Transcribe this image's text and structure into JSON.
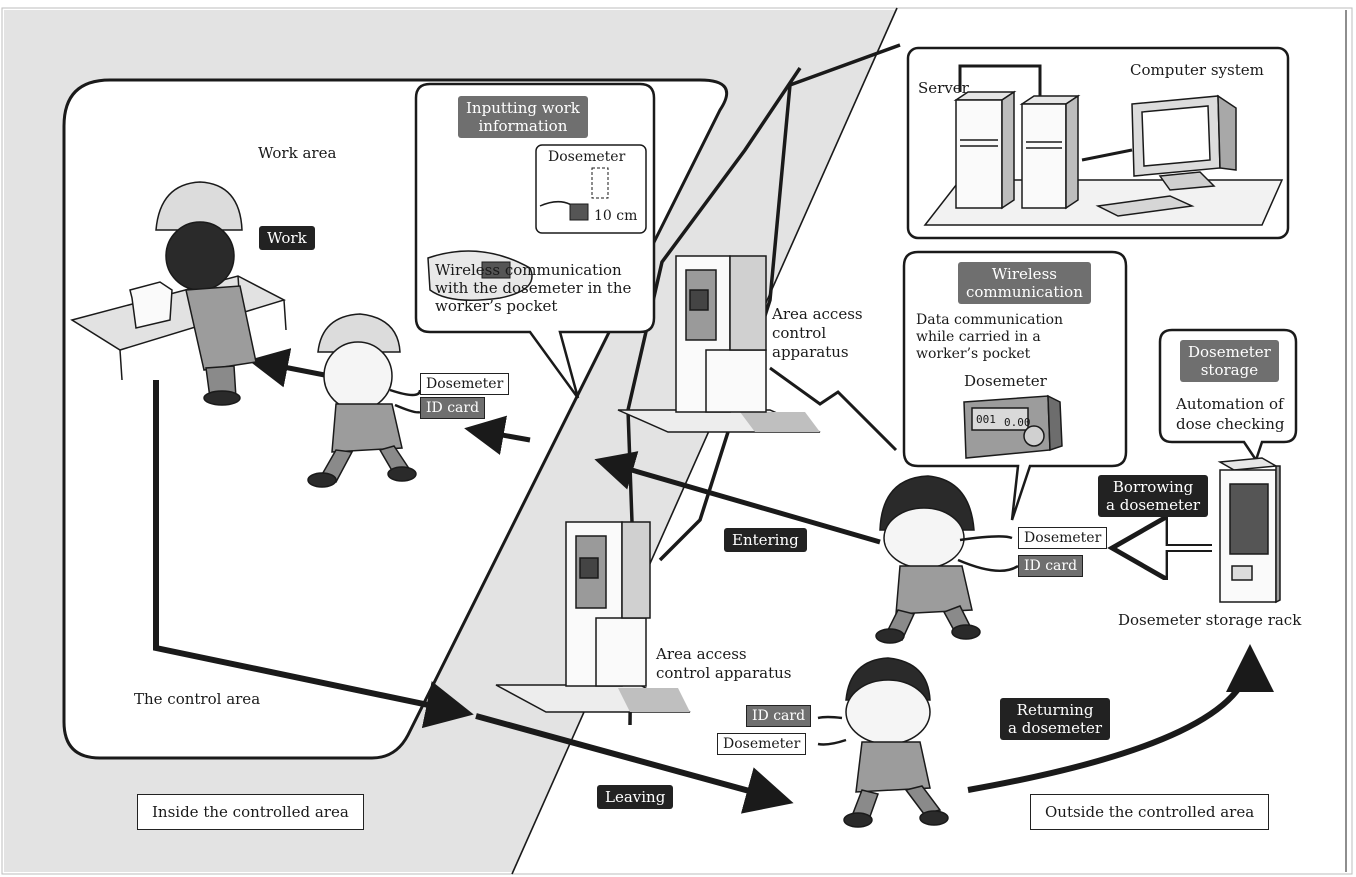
{
  "zones": {
    "inside": "Inside the controlled area",
    "outside": "Outside the controlled area",
    "control_area": "The control area",
    "work_area": "Work area"
  },
  "labels": {
    "work": "Work",
    "entering": "Entering",
    "leaving": "Leaving",
    "borrowing_1": "Borrowing",
    "borrowing_2": "a dosemeter",
    "returning_1": "Returning",
    "returning_2": "a dosemeter"
  },
  "worker_tags": {
    "dosemeter": "Dosemeter",
    "id_card": "ID card"
  },
  "input_callout": {
    "header_1": "Inputting work",
    "header_2": "information",
    "dosemeter": "Dosemeter",
    "distance": "10 cm",
    "desc_1": "Wireless communication",
    "desc_2": "with the dosemeter in the",
    "desc_3": "worker’s pocket"
  },
  "wireless_callout": {
    "header_1": "Wireless",
    "header_2": "communication",
    "desc_1": "Data communication",
    "desc_2": "while carried in a",
    "desc_3": "worker’s pocket",
    "dosemeter": "Dosemeter",
    "display_1": "001",
    "display_2": "0.00"
  },
  "storage_callout": {
    "header_1": "Dosemeter",
    "header_2": "storage",
    "desc_1": "Automation of",
    "desc_2": "dose checking"
  },
  "apparatus": {
    "upper_1": "Area access",
    "upper_2": "control",
    "upper_3": "apparatus",
    "lower_1": "Area access",
    "lower_2": "control apparatus"
  },
  "computer": {
    "title": "Computer system",
    "server": "Server"
  },
  "rack": {
    "label": "Dosemeter storage rack"
  },
  "colors": {
    "controlled_zone": "#e3e3e3",
    "dark_label": "#222222",
    "grey_label": "#6f6f6f"
  }
}
